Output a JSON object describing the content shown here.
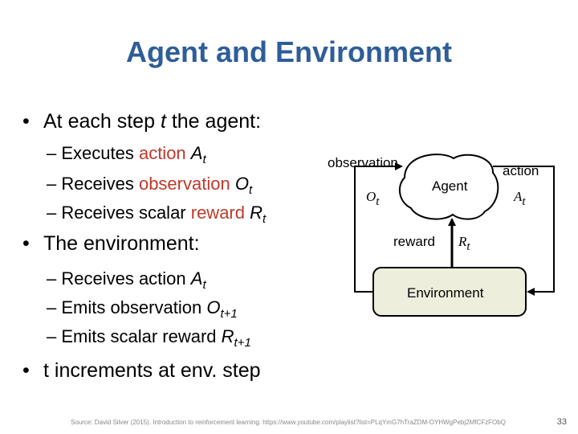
{
  "title": "Agent and Environment",
  "bullets": {
    "agent_step_pre": "At each step ",
    "agent_step_t": "t",
    "agent_step_post": " the agent:",
    "executes_pre": "– Executes ",
    "executes_red": "action",
    "executes_var": "A",
    "executes_sub": "t",
    "receives_obs_pre": "– Receives ",
    "receives_obs_red": "observation",
    "receives_obs_var": "O",
    "receives_obs_sub": "t",
    "receives_rew_pre": "– Receives scalar ",
    "receives_rew_red": "reward",
    "receives_rew_var": "R",
    "receives_rew_sub": "t",
    "environment": "The environment:",
    "env_receives_pre": "– Receives action ",
    "env_receives_var": "A",
    "env_receives_sub": "t",
    "env_emits_obs_pre": "– Emits observation ",
    "env_emits_obs_var": "O",
    "env_emits_obs_sub": "t+1",
    "env_emits_rew_pre": "– Emits scalar reward ",
    "env_emits_rew_var": "R",
    "env_emits_rew_sub": "t+1",
    "increments": "t increments at env. step"
  },
  "diagram": {
    "observation_label": "observation",
    "action_label": "action",
    "agent_label": "Agent",
    "environment_label": "Environment",
    "reward_label": "reward",
    "obs_var": "O",
    "obs_sub": "t",
    "action_var": "A",
    "action_sub": "t",
    "reward_var": "R",
    "reward_sub": "t",
    "environment_fill": "#eeeedd"
  },
  "footer": {
    "source": "Source: David Silver (2015). Introduction to reinforcement learning. https://www.youtube.com/playlist?list=PLqYmG7hTraZDM-OYHWgPebj2MfCFzFObQ",
    "page": "33"
  }
}
